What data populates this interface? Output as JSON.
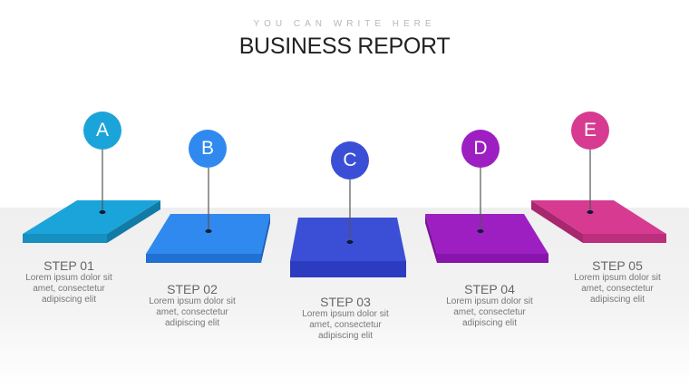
{
  "header": {
    "subtitle": "YOU CAN WRITE HERE",
    "title": "BUSINESS REPORT"
  },
  "steps": [
    {
      "letter": "A",
      "title": "STEP 01",
      "desc_line1": "Lorem ipsum dolor sit",
      "desc_line2": "amet, consectetur",
      "desc_line3": "adipiscing elit",
      "color": "#1ba4d9"
    },
    {
      "letter": "B",
      "title": "STEP 02",
      "desc_line1": "Lorem ipsum dolor sit",
      "desc_line2": "amet, consectetur",
      "desc_line3": "adipiscing elit",
      "color": "#2f86ec"
    },
    {
      "letter": "C",
      "title": "STEP 03",
      "desc_line1": "Lorem ipsum dolor sit",
      "desc_line2": "amet, consectetur",
      "desc_line3": "adipiscing elit",
      "color": "#3b4fd6"
    },
    {
      "letter": "D",
      "title": "STEP 04",
      "desc_line1": "Lorem ipsum dolor sit",
      "desc_line2": "amet, consectetur",
      "desc_line3": "adipiscing elit",
      "color": "#9a1cc0"
    },
    {
      "letter": "E",
      "title": "STEP 05",
      "desc_line1": "Lorem ipsum dolor sit",
      "desc_line2": "amet, consectetur",
      "desc_line3": "adipiscing elit",
      "color": "#d63b91"
    }
  ]
}
